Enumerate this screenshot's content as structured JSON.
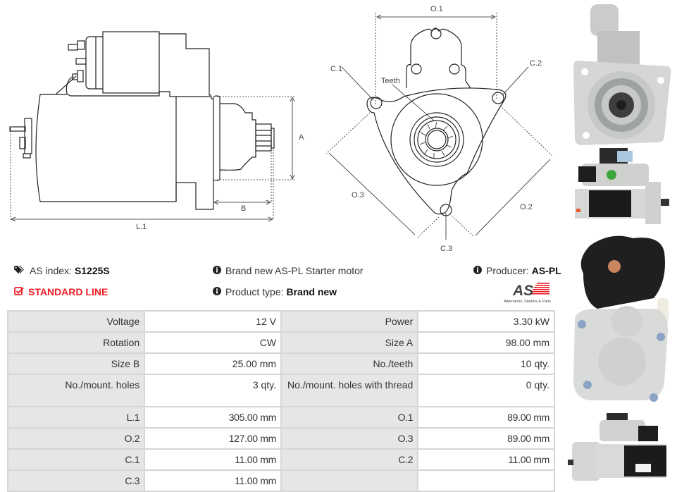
{
  "diagrams": {
    "side_view": {
      "labels": {
        "a": "A",
        "b": "B",
        "l1": "L.1"
      }
    },
    "front_view": {
      "labels": {
        "o1": "O.1",
        "o2": "O.2",
        "o3": "O.3",
        "c1": "C.1",
        "c2": "C.2",
        "c3": "C.3",
        "teeth": "Teeth"
      }
    }
  },
  "photos": [
    {
      "name": "front-view-photo"
    },
    {
      "name": "side-view-photo"
    },
    {
      "name": "rear-view-photo"
    },
    {
      "name": "side-view-photo-2"
    }
  ],
  "info": {
    "index_label": "AS index:",
    "index_value": "S1225S",
    "line_label": "STANDARD LINE",
    "description": "Brand new AS-PL Starter motor",
    "product_type_label": "Product type:",
    "product_type_value": "Brand new",
    "producer_label": "Producer:",
    "producer_value": "AS-PL",
    "logo_text": "AS",
    "logo_tagline": "Alternators, Starters & Parts"
  },
  "colors": {
    "accent_red": "#ee1c25",
    "label_bg": "#e6e6e6",
    "border": "#d6d6d6"
  },
  "specs": [
    [
      {
        "label": "Voltage",
        "value": "12 V"
      },
      {
        "label": "Power",
        "value": "3.30 kW"
      }
    ],
    [
      {
        "label": "Rotation",
        "value": "CW"
      },
      {
        "label": "Size A",
        "value": "98.00 mm"
      }
    ],
    [
      {
        "label": "Size B",
        "value": "25.00 mm"
      },
      {
        "label": "No./teeth",
        "value": "10 qty."
      }
    ],
    [
      {
        "label": "No./mount. holes",
        "value": "3 qty."
      },
      {
        "label": "No./mount. holes with thread",
        "value": "0 qty."
      }
    ],
    [
      {
        "label": "L.1",
        "value": "305.00 mm"
      },
      {
        "label": "O.1",
        "value": "89.00 mm"
      }
    ],
    [
      {
        "label": "O.2",
        "value": "127.00 mm"
      },
      {
        "label": "O.3",
        "value": "89.00 mm"
      }
    ],
    [
      {
        "label": "C.1",
        "value": "11.00 mm"
      },
      {
        "label": "C.2",
        "value": "11.00 mm"
      }
    ],
    [
      {
        "label": "C.3",
        "value": "11.00 mm"
      },
      {
        "label": "",
        "value": ""
      }
    ]
  ]
}
